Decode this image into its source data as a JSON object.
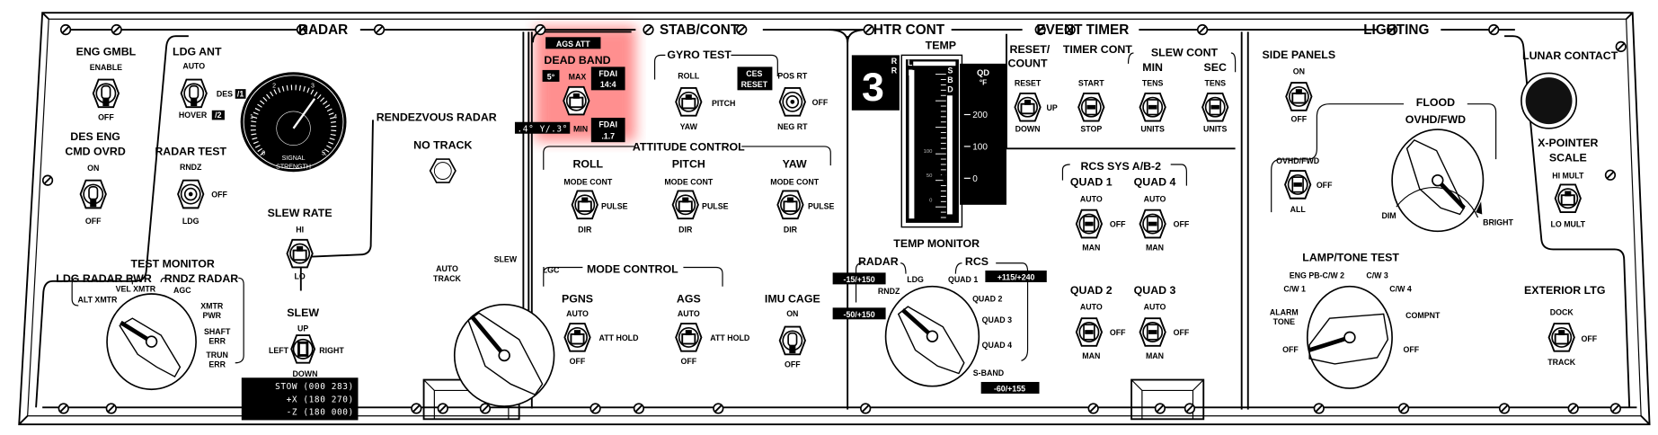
{
  "sections": {
    "radar": "RADAR",
    "stab_cont": "STAB/CONT",
    "htr_cont": "HTR CONT",
    "event_timer": "EVENT TIMER",
    "lighting": "LIGHTING"
  },
  "radar": {
    "eng_gmbl": {
      "title": "ENG GMBL",
      "up": "ENABLE",
      "down": "OFF"
    },
    "des_eng": {
      "title1": "DES ENG",
      "title2": "CMD OVRD",
      "up": "ON",
      "down": "OFF"
    },
    "ldg_ant": {
      "title": "LDG ANT",
      "up": "AUTO",
      "des": "DES",
      "des_tag": "/1",
      "hover": "HOVER",
      "hover_tag": "/2"
    },
    "signal_strength": {
      "label1": "SIGNAL",
      "label2": "STRENGTH",
      "ticks": [
        "0",
        "1",
        "2",
        "3",
        "4",
        "5"
      ],
      "needle_value": 3.3
    },
    "radar_test": {
      "title": "RADAR TEST",
      "up": "RNDZ",
      "right": "OFF",
      "down": "LDG"
    },
    "rendezvous_radar": "RENDEZVOUS RADAR",
    "no_track": "NO TRACK",
    "slew_rate": {
      "title": "SLEW RATE",
      "up": "HI",
      "down": "LO"
    },
    "slew": {
      "title": "SLEW",
      "up": "UP",
      "left": "LEFT",
      "right": "RIGHT",
      "down": "DOWN"
    },
    "test_monitor": {
      "title": "TEST MONITOR",
      "ldg_group": "LDG RADAR PWR",
      "rndz_group": "RNDZ RADAR",
      "positions": [
        "ALT XMTR",
        "VEL XMTR",
        "AGC",
        "XMTR",
        "PWR",
        "SHAFT",
        "ERR",
        "TRUN",
        "ERR"
      ]
    },
    "mode_sel": {
      "auto": "AUTO",
      "track": "TRACK",
      "slew": "SLEW",
      "lgc": "LGC"
    },
    "stow_placard": [
      "STOW (000 283)",
      "+X (180 270)",
      "-Z (180 000)"
    ]
  },
  "stab_cont": {
    "ags_att": "AGS ATT",
    "dead_band": {
      "title": "DEAD BAND",
      "deg": "5°",
      "max": "MAX",
      "min": "MIN",
      "fdai_max": [
        "FDAI",
        "14:4"
      ],
      "fdai_min": [
        "FDAI",
        ".1.7"
      ],
      "min_tag": ".4° Y/.3°"
    },
    "gyro_test": {
      "title": "GYRO TEST",
      "roll": "ROLL",
      "pitch": "PITCH",
      "yaw": "YAW",
      "ces": [
        "CES",
        "RESET"
      ],
      "pos_rt": "POS RT",
      "off": "OFF",
      "neg_rt": "NEG RT"
    },
    "attitude_control": {
      "title": "ATTITUDE CONTROL",
      "axes": [
        {
          "name": "ROLL",
          "up": "MODE CONT",
          "right": "PULSE",
          "down": "DIR"
        },
        {
          "name": "PITCH",
          "up": "MODE CONT",
          "right": "PULSE",
          "down": "DIR"
        },
        {
          "name": "YAW",
          "up": "MODE CONT",
          "right": "PULSE",
          "down": "DIR"
        }
      ]
    },
    "mode_control": {
      "title": "MODE CONTROL",
      "pgns": {
        "name": "PGNS",
        "up": "AUTO",
        "right": "ATT HOLD",
        "down": "OFF"
      },
      "ags": {
        "name": "AGS",
        "up": "AUTO",
        "right": "ATT HOLD",
        "down": "OFF"
      }
    },
    "imu_cage": {
      "title": "IMU CAGE",
      "up": "ON",
      "down": "OFF"
    }
  },
  "htr_cont": {
    "temp": "TEMP",
    "digit": "3",
    "rr": [
      "R",
      "R"
    ],
    "lr": [
      "L",
      "R"
    ],
    "sbd": [
      "S",
      "B",
      "D"
    ],
    "qd": [
      "QD",
      "°F"
    ],
    "scale_right": [
      "200",
      "100",
      "0"
    ],
    "scale_left": [
      "100",
      "50",
      "0"
    ],
    "temp_monitor": {
      "title": "TEMP MONITOR",
      "radar": "RADAR",
      "rcs": "RCS",
      "positions": [
        "RNDZ",
        "LDG",
        "QUAD 1",
        "QUAD 2",
        "QUAD 3",
        "QUAD 4",
        "S-BAND"
      ],
      "ranges": [
        "-15/+150",
        "-50/+150",
        "+115/+240",
        "-60/+155"
      ]
    }
  },
  "event_timer": {
    "reset_count": {
      "title1": "RESET/",
      "title2": "COUNT",
      "up": "RESET",
      "right": "UP",
      "down": "DOWN"
    },
    "timer_cont": {
      "title": "TIMER CONT",
      "up": "START",
      "down": "STOP"
    },
    "slew_cont": {
      "title": "SLEW CONT",
      "min": "MIN",
      "sec": "SEC",
      "up": "TENS",
      "down": "UNITS"
    },
    "rcs_sys": {
      "title": "RCS SYS A/B-2",
      "quads": [
        {
          "name": "QUAD 1"
        },
        {
          "name": "QUAD 4"
        },
        {
          "name": "QUAD 2"
        },
        {
          "name": "QUAD 3"
        }
      ],
      "up": "AUTO",
      "right": "OFF",
      "down": "MAN"
    }
  },
  "lighting": {
    "side_panels": {
      "title": "SIDE PANELS",
      "up": "ON",
      "down": "OFF"
    },
    "flood": {
      "title": "FLOOD",
      "ovhd_fwd": "OVHD/FWD",
      "dim": "DIM",
      "bright": "BRIGHT",
      "switch": {
        "up": "OVHD/FWD",
        "right": "OFF",
        "down": "ALL"
      }
    },
    "lunar_contact": "LUNAR CONTACT",
    "x_pointer": {
      "title1": "X-POINTER",
      "title2": "SCALE",
      "up": "HI MULT",
      "down": "LO MULT"
    },
    "lamp_tone": {
      "title": "LAMP/TONE TEST",
      "positions": [
        "OFF",
        "ALARM",
        "TONE",
        "C/W 1",
        "ENG PB-C/W 2",
        "C/W 3",
        "C/W 4",
        "COMPNT",
        "OFF"
      ]
    },
    "exterior_ltg": {
      "title": "EXTERIOR LTG",
      "up": "DOCK",
      "right": "OFF",
      "down": "TRACK"
    }
  },
  "colors": {
    "highlight": "#ff6b6b",
    "ink": "#000000",
    "panel": "#ffffff"
  }
}
